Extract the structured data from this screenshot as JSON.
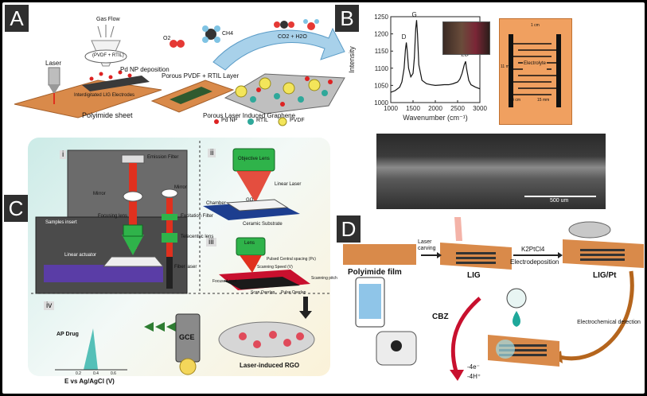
{
  "panels": {
    "A": {
      "label": "A",
      "gas_flow": "Gas Flow",
      "mixture": "(PVDF + RTIL)",
      "laser": "Laser",
      "pd_dep": "Pd NP deposition",
      "electrodes": "Interdigitated LIG Electrodes",
      "layer": "Porous PVDF + RTIL Layer",
      "sheet": "Polyimide sheet",
      "graphene": "Porous Laser Induced Graphene",
      "o2": "O2",
      "ch4": "CH4",
      "products": "CO2 + H2O",
      "legend": [
        "Pd NP",
        "RTIL",
        "PVDF"
      ]
    },
    "B": {
      "label": "B",
      "chart_title": "",
      "xlabel": "Wavenumber (cm⁻¹)",
      "ylabel": "Intensity",
      "peaks": [
        "D",
        "G",
        "2D"
      ],
      "electrolyte": "Electrolyte",
      "dims": [
        "1 cm",
        "11 mm",
        "0.4 cm",
        "15 mm"
      ],
      "scale_bar": "500 um"
    },
    "C": {
      "label": "C",
      "sub": [
        "i",
        "ii",
        "iii",
        "iv"
      ],
      "emission_filter": "Emission Filter",
      "mirror_left": "Mirror",
      "mirror_right": "Mirror",
      "focusing_lens": "Focusing lens",
      "excitation_filter": "Excitation Filter",
      "telecentric": "Telecentric lens",
      "samples_insert": "Samples insert",
      "fiber_laser": "Fiber laser",
      "actuator": "Linear actuator",
      "objective": "Objective Lens",
      "linear_laser": "Linear Laser",
      "go": "GO",
      "chamber": "Chamber",
      "substrate": "Ceramic Substrate",
      "lens": "Lens",
      "pulsed_spacing": "Pulsed Central spacing (Pc)",
      "scan_speed": "Scanning Speed (V)",
      "focused_spot": "Focused spot",
      "scan_overlap": "Scan Overlap",
      "pulse_overlap": "Pulse Overlap",
      "scan_pitch": "Scanning pitch",
      "ap_drug": "AP Drug",
      "gce": "GCE",
      "rgo": "Laser-induced RGO",
      "axis": "E vs Ag/AgCl (V)",
      "ticks": [
        "0.2",
        "0.4",
        "0.6"
      ]
    },
    "D": {
      "label": "D",
      "laser_carving": "Laser carving",
      "reagent": "K2PtCl4",
      "electrodep": "Electrodeposition",
      "polyimide": "Polyimide film",
      "lig": "LIG",
      "ligpt": "LIG/Pt",
      "cbz": "CBZ",
      "detection": "Electrochemical detection",
      "minus_e": "-4e⁻",
      "minus_h": "-4H⁺"
    }
  },
  "chart_data": {
    "type": "line",
    "title": "",
    "xlabel": "Wavenumber (cm⁻¹)",
    "ylabel": "Intensity",
    "xlim": [
      1000,
      3000
    ],
    "ylim": [
      1000,
      1250
    ],
    "xticks": [
      1000,
      1500,
      2000,
      2500,
      3000
    ],
    "yticks": [
      1000,
      1050,
      1100,
      1150,
      1200,
      1250
    ],
    "x": [
      1000,
      1100,
      1200,
      1250,
      1300,
      1330,
      1350,
      1370,
      1400,
      1450,
      1500,
      1530,
      1560,
      1580,
      1600,
      1630,
      1700,
      1800,
      1900,
      2000,
      2100,
      2200,
      2300,
      2400,
      2500,
      2550,
      2600,
      2650,
      2680,
      2700,
      2750,
      2800,
      2900,
      3000
    ],
    "y": [
      1030,
      1035,
      1045,
      1060,
      1100,
      1155,
      1175,
      1150,
      1100,
      1075,
      1085,
      1130,
      1215,
      1240,
      1200,
      1110,
      1065,
      1055,
      1052,
      1050,
      1051,
      1052,
      1052,
      1055,
      1060,
      1068,
      1085,
      1110,
      1120,
      1100,
      1065,
      1052,
      1045,
      1040
    ],
    "annotations": [
      "D",
      "G",
      "2D"
    ],
    "grid": false
  },
  "colors": {
    "polyimide": "#d98a4a",
    "panel_c_bg": "#e8f5f3",
    "laser_red": "#e0301e",
    "go_red": "#c8102e",
    "green_lens": "#2fb34a",
    "arrow_green": "#2e7d32",
    "arrow_brown": "#b5651d"
  }
}
